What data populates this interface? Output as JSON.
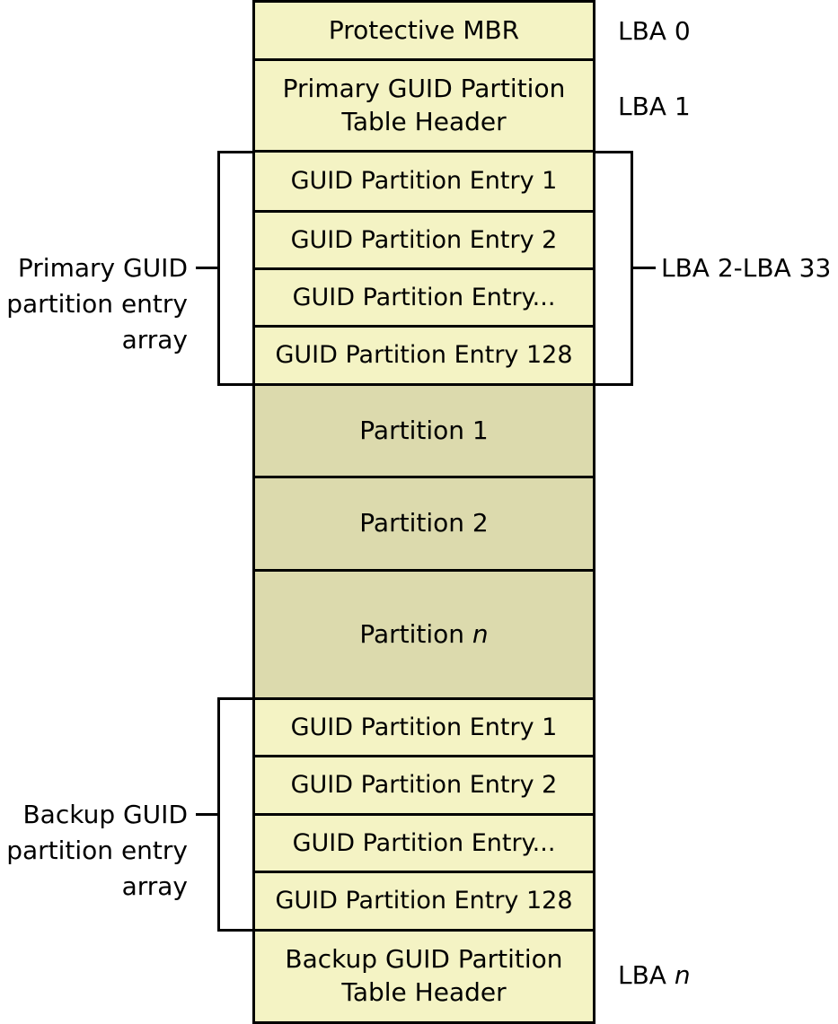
{
  "blocks": {
    "protective_mbr": "Protective MBR",
    "primary_header": "Primary GUID Partition\nTable Header",
    "primary_entries": [
      "GUID Partition Entry 1",
      "GUID Partition Entry 2",
      "GUID Partition Entry...",
      "GUID Partition Entry 128"
    ],
    "partition_1": "Partition 1",
    "partition_2": "Partition 2",
    "partition_n_prefix": "Partition ",
    "partition_n_var": "n",
    "backup_entries": [
      "GUID Partition Entry 1",
      "GUID Partition Entry 2",
      "GUID Partition Entry...",
      "GUID Partition Entry 128"
    ],
    "backup_header": "Backup GUID Partition\nTable Header"
  },
  "lba_labels": {
    "lba0": "LBA 0",
    "lba1": "LBA 1",
    "primary_range": "LBA 2-LBA 33",
    "lban_prefix": "LBA ",
    "lban_var": "n"
  },
  "side_labels": {
    "primary_array": "Primary GUID\npartition entry\narray",
    "backup_array": "Backup GUID\npartition entry\narray"
  },
  "colors": {
    "metadata_fill": "#f4f3c4",
    "partition_fill": "#dcdaad",
    "outline": "#000000"
  }
}
